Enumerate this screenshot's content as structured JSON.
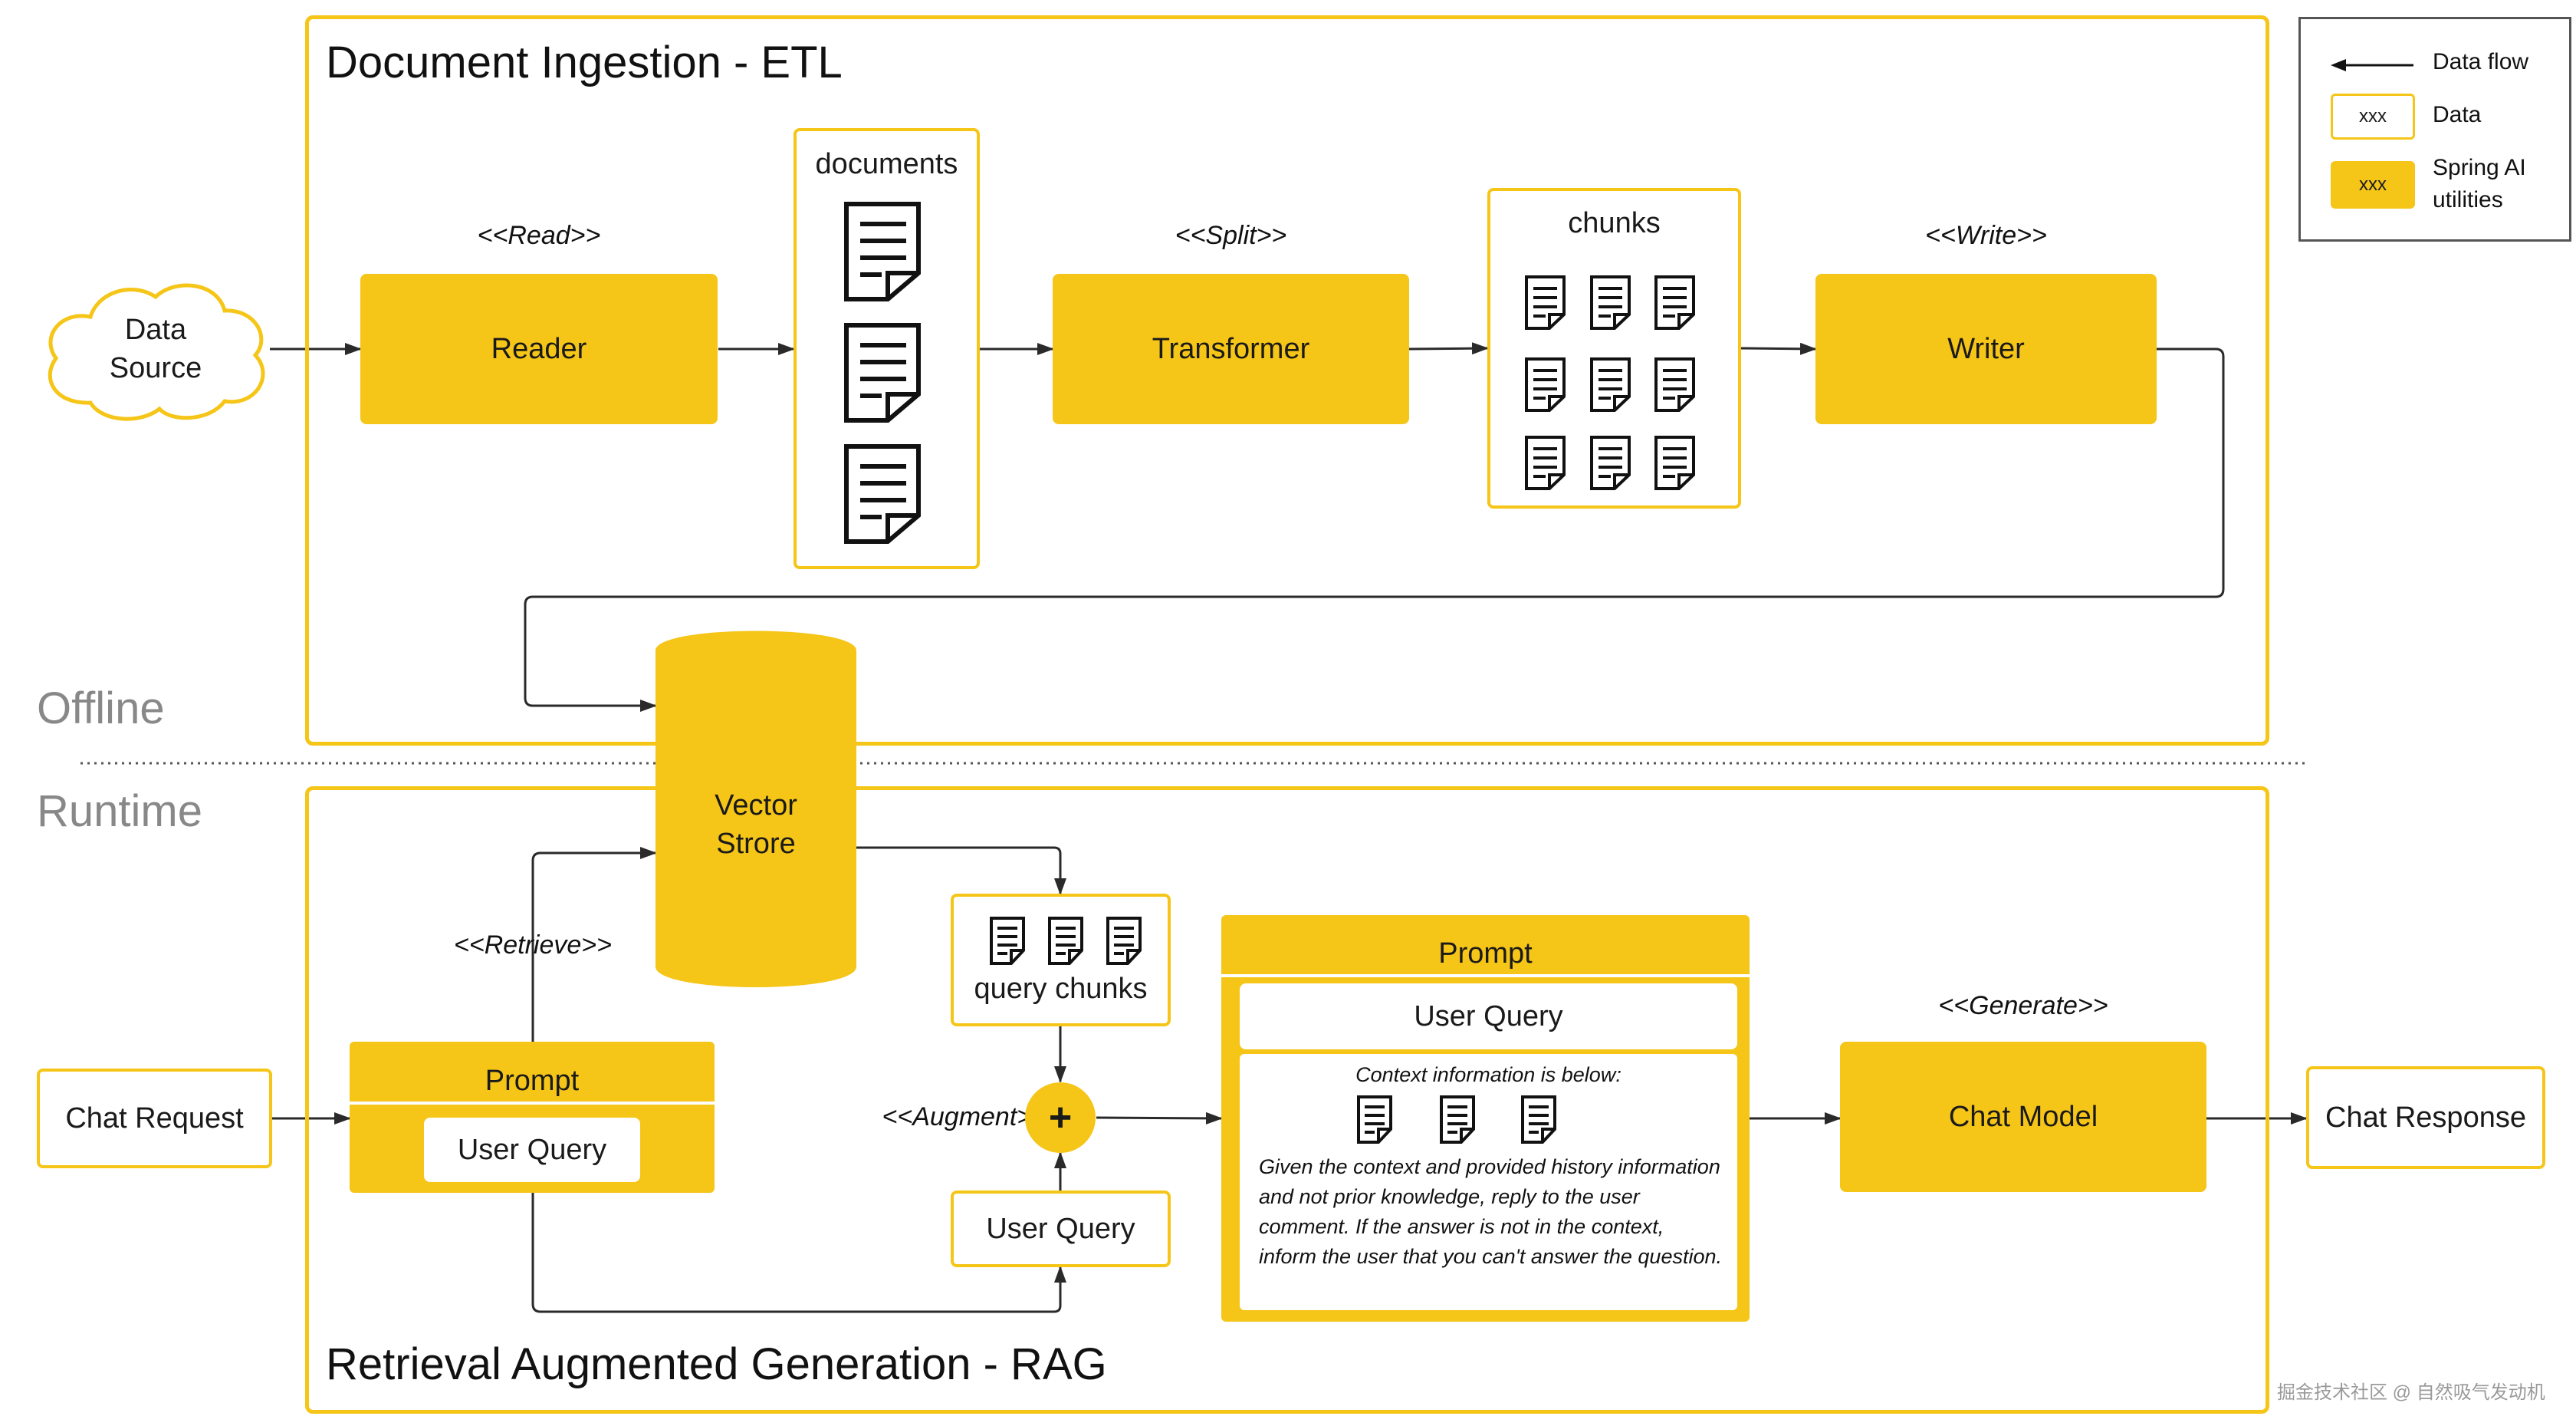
{
  "sections": {
    "offline": "Offline",
    "runtime": "Runtime"
  },
  "etl": {
    "title": "Document Ingestion - ETL",
    "data_source": [
      "Data",
      "Source"
    ],
    "read_label": "<<Read>>",
    "reader": "Reader",
    "documents": "documents",
    "split_label": "<<Split>>",
    "transformer": "Transformer",
    "chunks": "chunks",
    "write_label": "<<Write>>",
    "writer": "Writer"
  },
  "vector_store": [
    "Vector",
    "Strore"
  ],
  "rag": {
    "title": "Retrieval Augmented Generation - RAG",
    "chat_request": "Chat Request",
    "retrieve_label": "<<Retrieve>>",
    "prompt_small_title": "Prompt",
    "prompt_small_query": "User Query",
    "query_chunks": "query chunks",
    "augment_label": "<<Augment>>",
    "plus": "+",
    "user_query_box": "User Query",
    "prompt_big_title": "Prompt",
    "prompt_big_query": "User Query",
    "context_heading": "Context information is below:",
    "context_body": "Given the context and provided history information and not prior knowledge, reply to the user comment. If the answer is not in the context, inform the user that you can't answer the question.",
    "generate_label": "<<Generate>>",
    "chat_model": "Chat Model",
    "chat_response": "Chat Response"
  },
  "legend": {
    "data_flow": "Data flow",
    "data_sample": "xxx",
    "data": "Data",
    "util_sample": "xxx",
    "utilities": [
      "Spring AI",
      "utilities"
    ]
  },
  "watermark": "掘金技术社区 @ 自然吸气发动机",
  "colors": {
    "accent": "#f5c518",
    "arrow": "#2a2a2a",
    "section_label": "#888888"
  },
  "icons": [
    "document-icon",
    "cloud-icon",
    "arrow-icon",
    "cylinder-icon"
  ]
}
